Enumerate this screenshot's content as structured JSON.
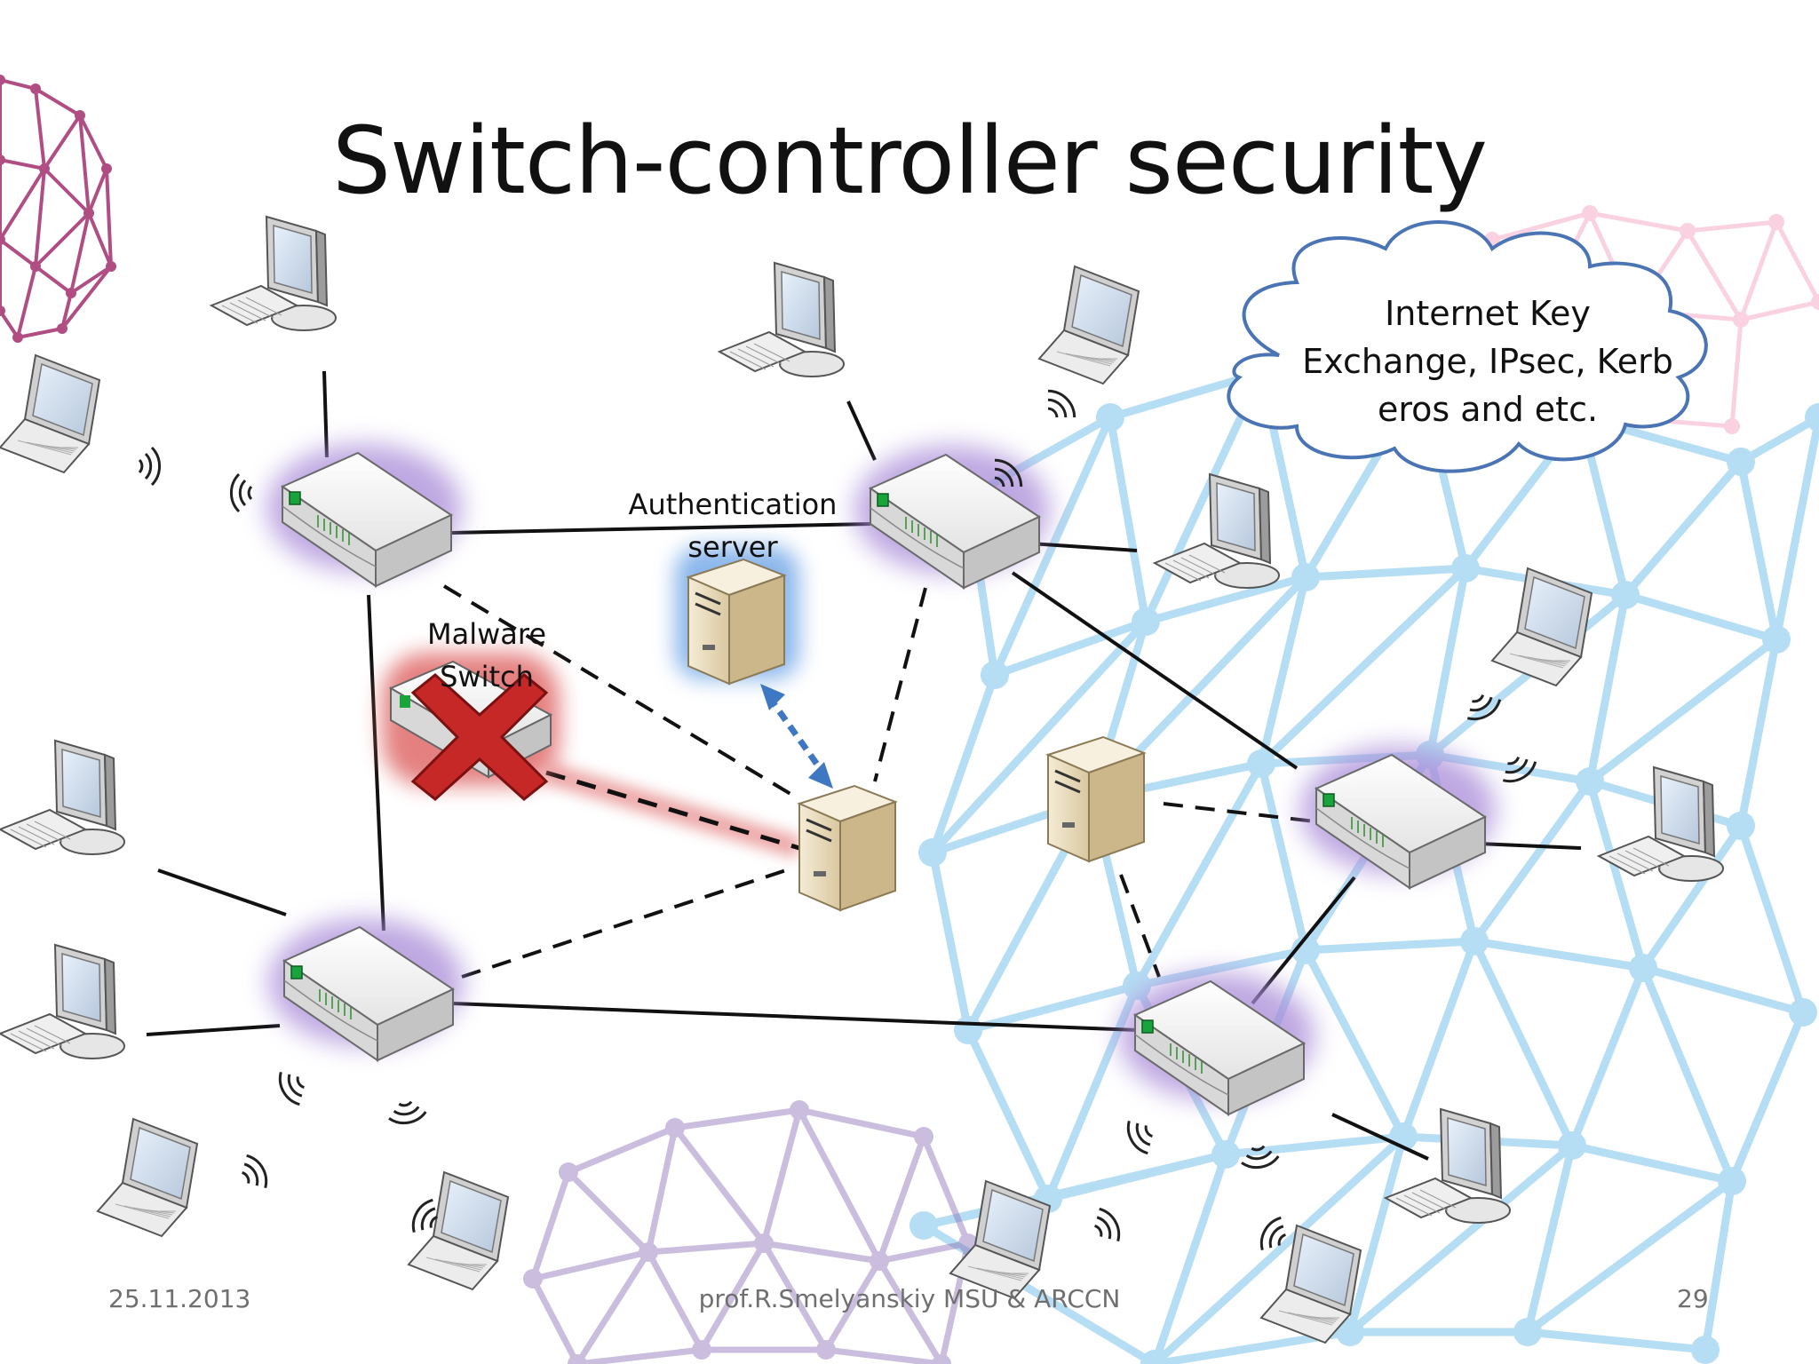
{
  "slide": {
    "title": "Switch-controller security",
    "cloud_text_lines": [
      "Internet Key",
      "Exchange, IPsec, Kerb",
      "eros and etc."
    ],
    "auth_server_label": [
      "Authentication",
      "server"
    ],
    "malware_switch_label": [
      "Malware",
      "Switch"
    ],
    "footer": {
      "date": "25.11.2013",
      "author": "prof.R.Smelyanskiy MSU & ARCCN",
      "page_number": "29"
    }
  },
  "icons": {
    "switch": "network-switch-icon",
    "server": "server-icon",
    "desktop": "desktop-computer-icon",
    "laptop": "laptop-icon",
    "blocked": "red-x-icon"
  },
  "colors": {
    "switch_glow": "#a98bd8",
    "auth_glow": "#6ea4e6",
    "malware_glow": "#e06a6a",
    "cross": "#c62828",
    "cloud_stroke": "#4a74b4",
    "arrow": "#3f78c2",
    "footer_text": "#6f6f6f"
  }
}
